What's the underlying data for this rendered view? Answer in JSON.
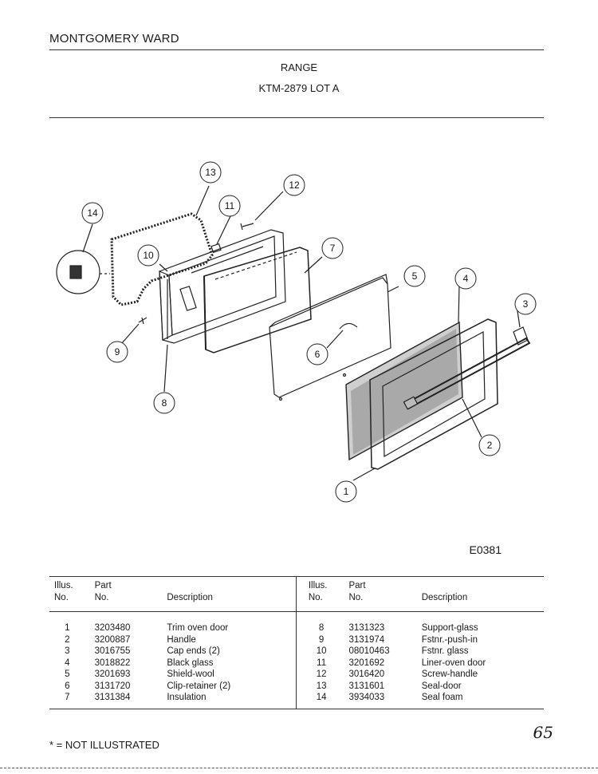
{
  "header": {
    "brand": "MONTGOMERY WARD",
    "product": "RANGE",
    "model": "KTM-2879 LOT A"
  },
  "diagram": {
    "callouts": [
      "1",
      "2",
      "3",
      "4",
      "5",
      "6",
      "7",
      "8",
      "9",
      "10",
      "11",
      "12",
      "13",
      "14"
    ],
    "code": "E0381"
  },
  "parts_table": {
    "headers": {
      "illus_line1": "Illus.",
      "illus_line2": "No.",
      "part_line1": "Part",
      "part_line2": "No.",
      "description": "Description"
    },
    "left_rows": [
      {
        "illus": "1",
        "part": "3203480",
        "description": "Trim oven door"
      },
      {
        "illus": "2",
        "part": "3200887",
        "description": "Handle"
      },
      {
        "illus": "3",
        "part": "3016755",
        "description": "Cap ends (2)"
      },
      {
        "illus": "4",
        "part": "3018822",
        "description": "Black glass"
      },
      {
        "illus": "5",
        "part": "3201693",
        "description": "Shield-wool"
      },
      {
        "illus": "6",
        "part": "3131720",
        "description": "Clip-retainer (2)"
      },
      {
        "illus": "7",
        "part": "3131384",
        "description": "Insulation"
      }
    ],
    "right_rows": [
      {
        "illus": "8",
        "part": "3131323",
        "description": "Support-glass"
      },
      {
        "illus": "9",
        "part": "3131974",
        "description": "Fstnr.-push-in"
      },
      {
        "illus": "10",
        "part": "08010463",
        "description": "Fstnr. glass"
      },
      {
        "illus": "11",
        "part": "3201692",
        "description": "Liner-oven door"
      },
      {
        "illus": "12",
        "part": "3016420",
        "description": "Screw-handle"
      },
      {
        "illus": "13",
        "part": "3131601",
        "description": "Seal-door"
      },
      {
        "illus": "14",
        "part": "3934033",
        "description": "Seal foam"
      }
    ]
  },
  "footer": {
    "note": "* = NOT ILLUSTRATED",
    "handwritten_mark": "65"
  }
}
